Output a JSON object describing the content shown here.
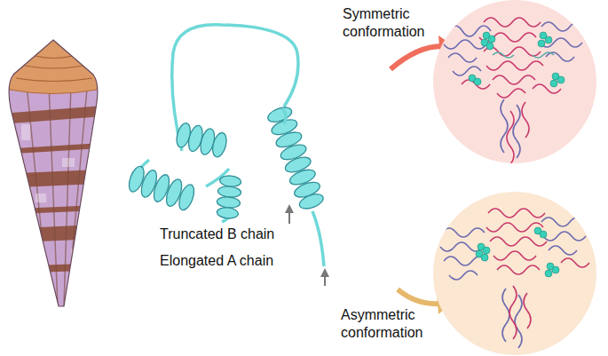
{
  "diagram": {
    "labels": [
      "Symmetric conformation",
      "Truncated B chain",
      "Elongated A chain",
      "Asymmetric conformation"
    ]
  }
}
